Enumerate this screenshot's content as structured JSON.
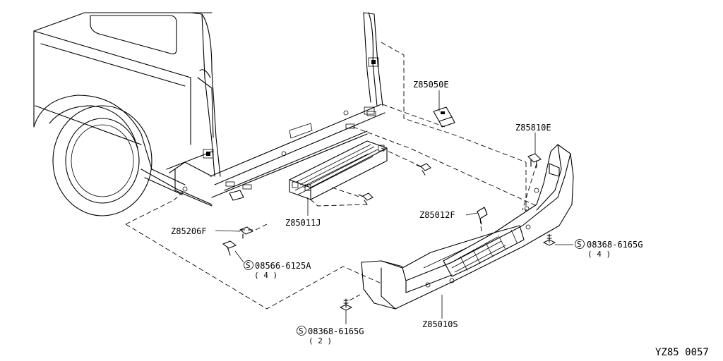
{
  "parts": {
    "z85050e": "Z85050E",
    "z85810e": "Z85810E",
    "z85011j": "Z85011J",
    "z85012f": "Z85012F",
    "z85206f": "Z85206F",
    "z85010s": "Z85010S"
  },
  "screws": {
    "s08566": {
      "symbol": "S",
      "number": "08566-6125A",
      "qty": "( 4 )"
    },
    "s08368_right": {
      "symbol": "S",
      "number": "08368-6165G",
      "qty": "( 4 )"
    },
    "s08368_bottom": {
      "symbol": "S",
      "number": "08368-6165G",
      "qty": "( 2 )"
    }
  },
  "diagram_code": "YZ85 0057"
}
